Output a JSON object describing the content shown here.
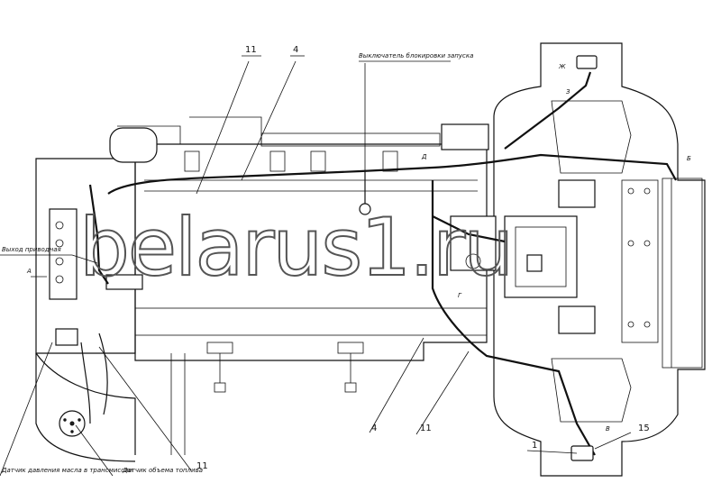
{
  "watermark": "belarus1.ru",
  "corner_mark": "",
  "labels": {
    "brake_switch": "Выключатель блокировки запуска",
    "drive_output": "Выход приводная",
    "oil_pressure_sensor": "Датчик давления масла в трансмиссии",
    "fuel_sensor": "Датчик объема топлива"
  },
  "callouts": {
    "c11_top": "11",
    "c4_top": "4",
    "c4_bottom": "4",
    "c11_bottom": "11",
    "c11_left": "11",
    "c1": "1",
    "c15": "15"
  },
  "view_marks": {
    "A": "A",
    "B": "Б",
    "V": "В",
    "G": "Г",
    "D": "Д",
    "Zh": "Ж",
    "Z": "З"
  }
}
